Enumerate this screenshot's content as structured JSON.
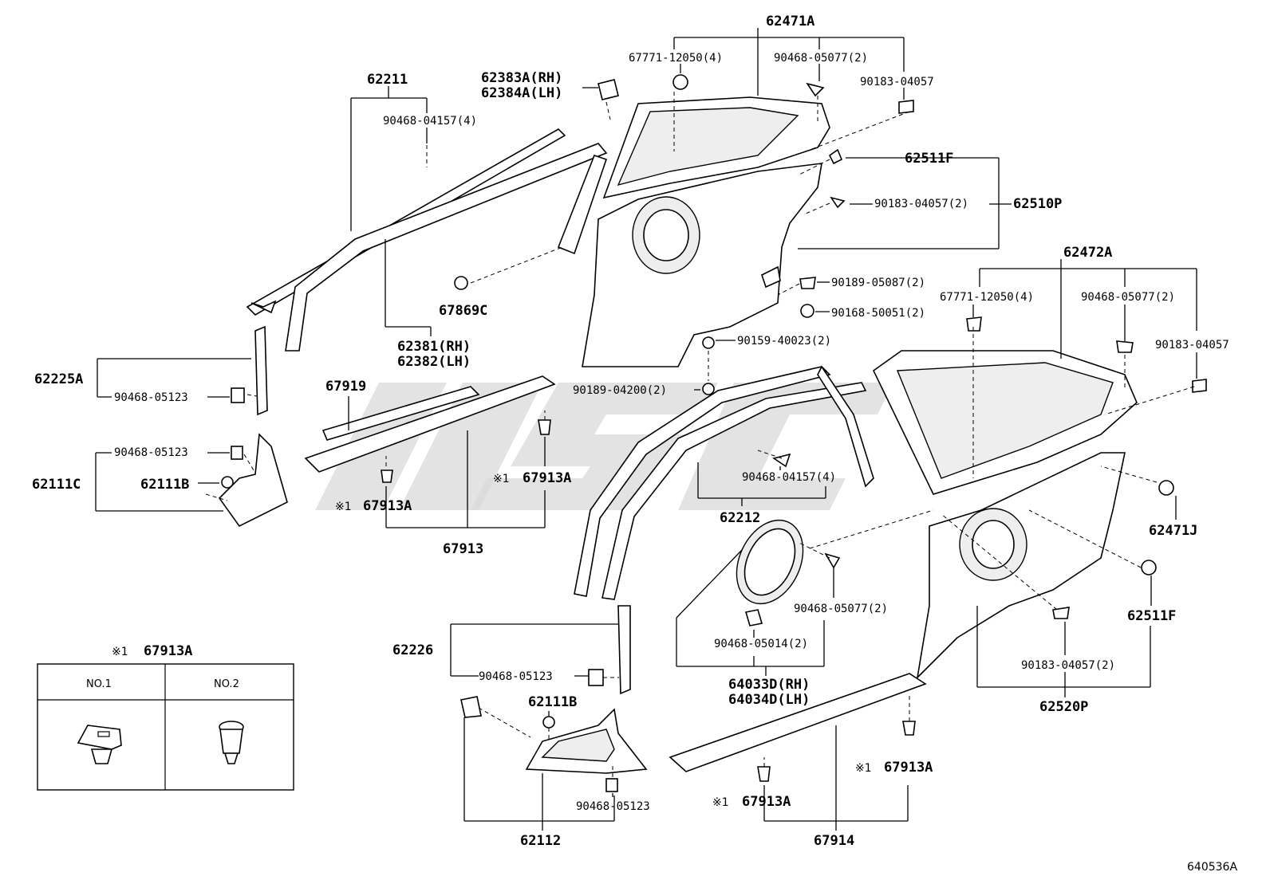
{
  "labels": {
    "p62471A": "62471A",
    "p67771_12050_4_top": "67771-12050(4)",
    "p90468_05077_2_top": "90468-05077(2)",
    "p90183_04057_top": "90183-04057",
    "p62383A": "62383A(RH)",
    "p62384A": "62384A(LH)",
    "p62211": "62211",
    "p90468_04157_4_left": "90468-04157(4)",
    "p62511F_top": "62511F",
    "p90183_04057_2_mid": "90183-04057(2)",
    "p62510P": "62510P",
    "p67869C": "67869C",
    "p90189_05087_2": "90189-05087(2)",
    "p90168_50051_2": "90168-50051(2)",
    "p62381": "62381(RH)",
    "p62382": "62382(LH)",
    "p90159_40023_2": "90159-40023(2)",
    "p62225A": "62225A",
    "p90468_05123_a": "90468-05123",
    "p67919": "67919",
    "p90189_04200_2": "90189-04200(2)",
    "p62472A": "62472A",
    "p67771_12050_4_right": "67771-12050(4)",
    "p90468_05077_2_right": "90468-05077(2)",
    "p90183_04057_right": "90183-04057",
    "p90468_05123_b": "90468-05123",
    "p62111C": "62111C",
    "p62111B_left": "62111B",
    "p67913A_mid": "67913A",
    "p67913A_left": "67913A",
    "p67913": "67913",
    "p90468_04157_4_mid": "90468-04157(4)",
    "p62212": "62212",
    "p62471J": "62471J",
    "p90468_05077_2_mid": "90468-05077(2)",
    "p62511F_right": "62511F",
    "p90468_05014_2": "90468-05014(2)",
    "p64033D": "64033D(RH)",
    "p64034D": "64034D(LH)",
    "p90183_04057_2_bottom": "90183-04057(2)",
    "p62520P": "62520P",
    "p62226": "62226",
    "p90468_05123_c": "90468-05123",
    "p62111B_bottom": "62111B",
    "p90468_05123_d": "90468-05123",
    "p62112": "62112",
    "p67913A_br1": "67913A",
    "p67913A_br2": "67913A",
    "p67914": "67914"
  },
  "note_mark": "※1",
  "inset_table": {
    "title": "67913A",
    "columns": [
      "NO.1",
      "NO.2"
    ]
  },
  "diagram_code": "640536A"
}
